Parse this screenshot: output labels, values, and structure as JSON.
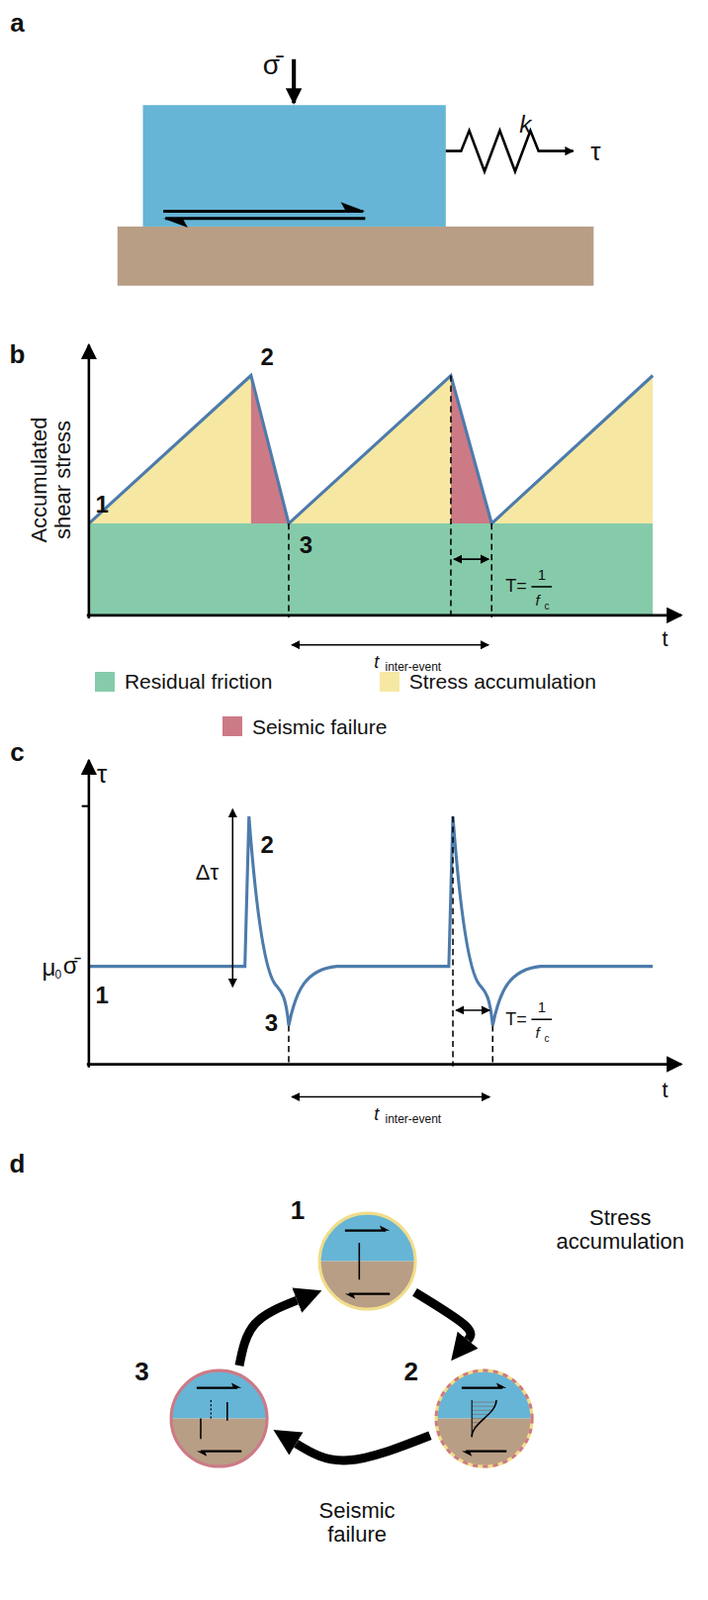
{
  "diagram": {
    "nodes": [
      {
        "text": [
          "1"
        ]
      },
      {
        "text": [
          "2"
        ]
      },
      {
        "text": [
          "3"
        ]
      }
    ],
    "edges": [
      {
        "from": 0,
        "to": 1,
        "arrow": "to",
        "label": "Stress accumulation"
      },
      {
        "from": 1,
        "to": 2,
        "arrow": "to",
        "label": "Seismic failure"
      },
      {
        "from": 2,
        "to": 0,
        "arrow": "to"
      }
    ],
    "labels": [
      "a",
      "σ̄",
      "k",
      "τ",
      "b",
      "Accumulated shear stress",
      "1",
      "2",
      "3",
      "T=",
      "1",
      "f",
      "c",
      "t",
      "inter-event",
      "t",
      "c",
      "τ",
      "μ",
      "0",
      "σ̄",
      "Δτ",
      "1",
      "2",
      "3",
      "T=",
      "1",
      "f",
      "c",
      "t",
      "inter-event",
      "t",
      "d"
    ],
    "legend": [
      {
        "text": "Residual friction",
        "color": "#85cbaa"
      },
      {
        "text": "Stress accumulation",
        "color": "#f6e8a2"
      },
      {
        "text": "Seismic failure",
        "color": "#cc7a86"
      }
    ]
  }
}
